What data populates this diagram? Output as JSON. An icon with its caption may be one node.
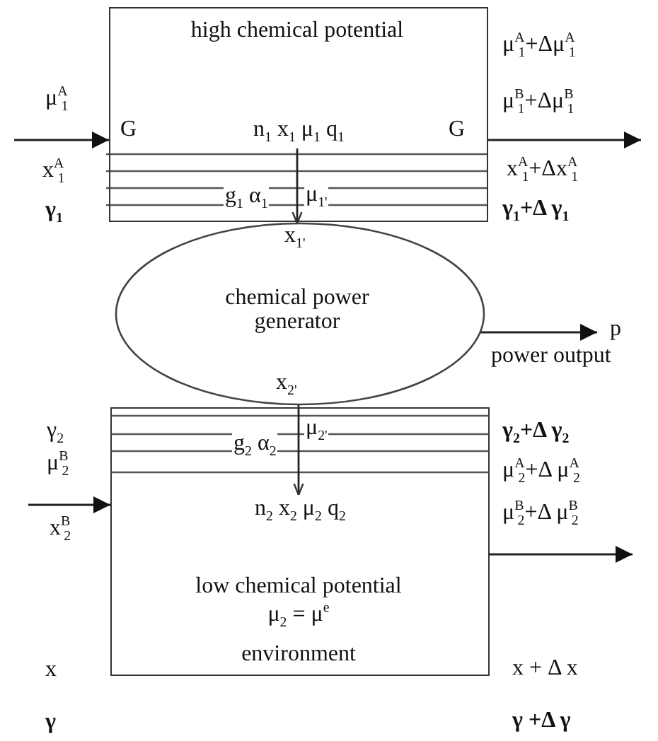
{
  "diagram": {
    "nodes": [
      {
        "text": [
          "high chemical potential",
          "G",
          "n$_{1}$ x$_{1}$ μ$_{1}$ q$_{1}$",
          "G",
          "g$_{1}$ α$_{1}$",
          "μ$_{1'}$"
        ]
      },
      {
        "text": [
          "chemical power generator"
        ]
      },
      {
        "text": [
          "g$_{2}$ α$_{2}$",
          "μ$_{2'}$",
          "n$_{2}$ x$_{2}$ μ$_{2}$ q$_{2}$",
          "low chemical potential",
          "μ$_{2}$ = μ$^{e}$",
          "environment"
        ]
      },
      {
        "text": [
          "p",
          "power output"
        ]
      }
    ],
    "edges": [
      {
        "from": null,
        "to": 0,
        "arrow": "to"
      },
      {
        "from": 0,
        "to": null,
        "arrow": "to"
      },
      {
        "from": 0,
        "to": 1,
        "arrow": "to"
      },
      {
        "from": 1,
        "to": 3,
        "arrow": "to"
      },
      {
        "from": 1,
        "to": 2,
        "arrow": "to"
      },
      {
        "from": null,
        "to": 2,
        "arrow": "to"
      },
      {
        "from": 2,
        "to": null,
        "arrow": "to"
      }
    ],
    "labels": [
      "μ$^{A}$$_{1}$",
      "x$^{A}$$_{1}$",
      "γ$_{1}$",
      "μ$^{A}$$_{1}$+Δμ$^{A}$$_{1}$",
      "μ$^{B}$$_{1}$+Δμ$^{B}$$_{1}$",
      "x$^{A}$$_{1}$+Δx$^{A}$$_{1}$",
      "γ$_{1}$+Δ γ$_{1}$",
      "x$_{1'}$",
      "x$_{2'}$",
      "γ$_{2}$",
      "μ$^{B}$$_{2}$",
      "x$^{B}$$_{2}$",
      "γ$_{2}$+Δ γ$_{2}$",
      "μ$^{A}$$_{2}$+Δ μ$^{A}$$_{2}$",
      "μ$^{B}$$_{2}$+Δ μ$^{B}$$_{2}$",
      "x",
      "γ",
      "x + Δ x",
      "γ +Δ γ"
    ]
  }
}
